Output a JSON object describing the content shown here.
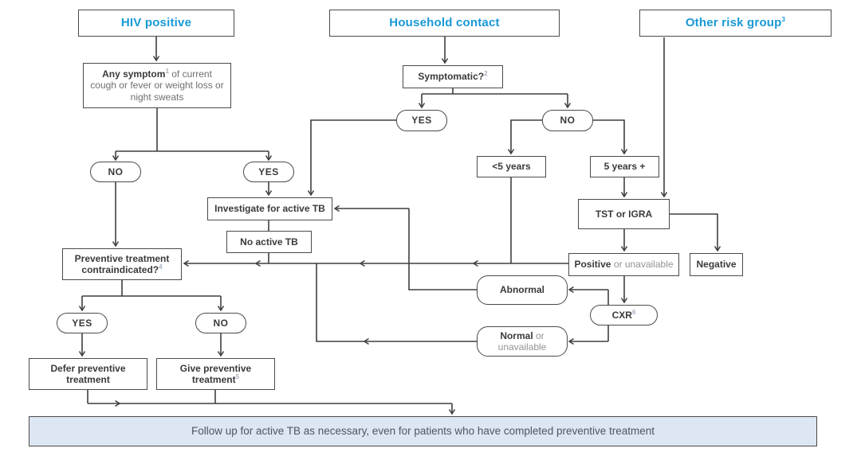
{
  "palette": {
    "accent_blue": "#1899d6",
    "line_color": "#3f3f3f",
    "box_border": "#4a4a4a",
    "banner_bg": "#dde6f3"
  },
  "headers": {
    "hiv": "HIV positive",
    "household": "Household contact",
    "other": "Other risk group",
    "other_sup": "3"
  },
  "nodes": {
    "any_symptom": {
      "bold": "Any symptom",
      "sup": "1",
      "rest": " of current cough or fever or weight loss or night sweats"
    },
    "symptomatic": {
      "bold": "Symptomatic?",
      "sup": "2"
    },
    "hh_yes": "YES",
    "hh_no": "NO",
    "under5": "<5 years",
    "over5": "5 years +",
    "hiv_no": "NO",
    "hiv_yes": "YES",
    "investigate": "Investigate for active TB",
    "no_active_tb": "No active TB",
    "tst": "TST or IGRA",
    "positive": {
      "bold": "Positive",
      "rest": " or unavailable"
    },
    "negative": "Negative",
    "contraindicated": {
      "line1": "Preventive treatment",
      "line2": "contraindicated?",
      "sup": "4"
    },
    "abnormal": "Abnormal",
    "cxr": {
      "bold": "CXR",
      "sup": "6"
    },
    "normal": {
      "bold": "Normal",
      "rest": " or unavailable"
    },
    "pt_yes": "YES",
    "pt_no": "NO",
    "defer": "Defer preventive treatment",
    "give": {
      "bold": "Give preventive treatment",
      "sup": "5"
    }
  },
  "banner": {
    "text": "Follow up for active TB as necessary, even for patients who have completed preventive treatment"
  }
}
